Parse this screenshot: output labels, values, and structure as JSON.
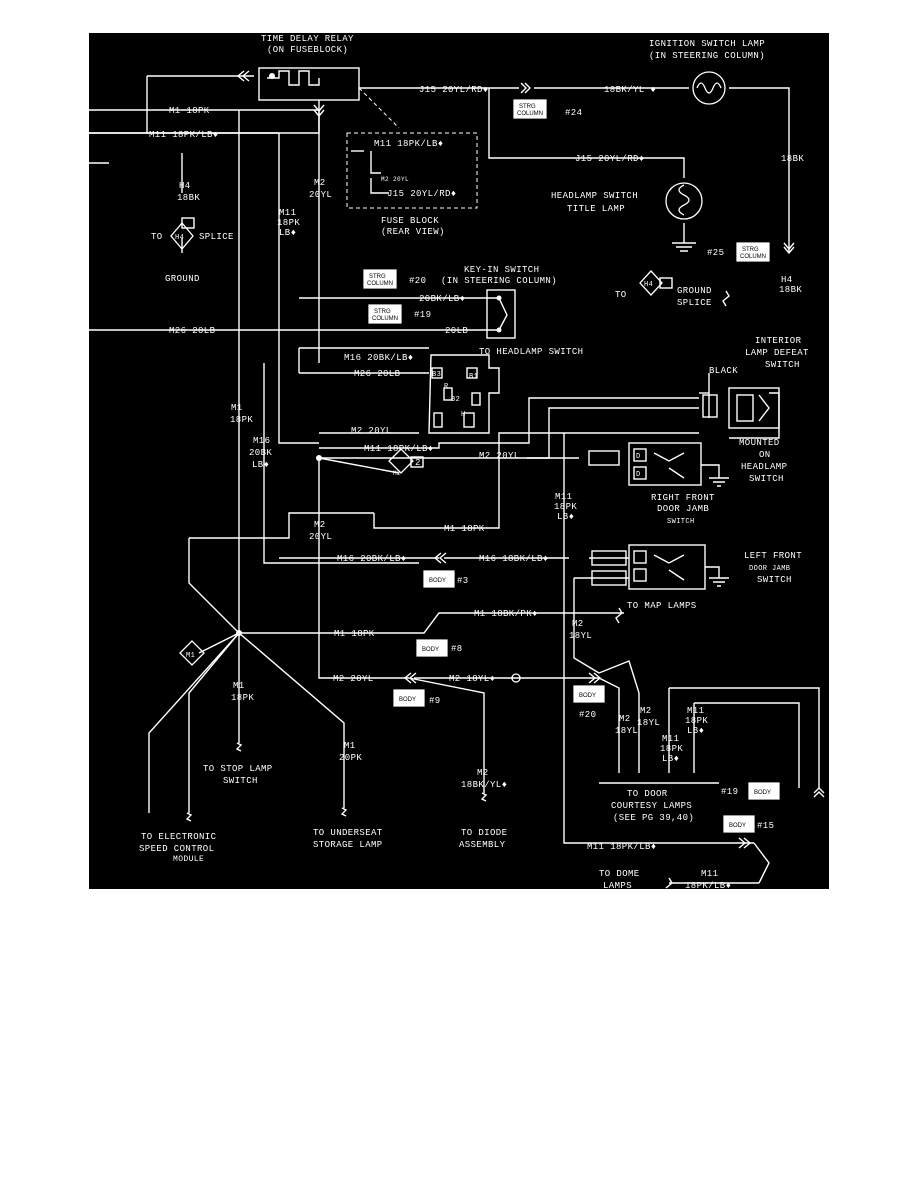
{
  "title": {
    "relay_line1": "TIME DELAY RELAY",
    "relay_line2": "(ON FUSEBLOCK)",
    "ign_line1": "IGNITION SWITCH LAMP",
    "ign_line2": "(IN STEERING COLUMN)",
    "fuse_line1": "FUSE BLOCK",
    "fuse_line2": "(REAR VIEW)",
    "keyin_line1": "KEY-IN SWITCH",
    "keyin_line2": "(IN STEERING COLUMN)",
    "headlamp_title_line1": "HEADLAMP SWITCH",
    "headlamp_title_line2": "TITLE LAMP",
    "to_headlamp_switch": "TO HEADLAMP SWITCH",
    "interior_line1": "INTERIOR",
    "interior_line2": "LAMP DEFEAT",
    "interior_line3": "SWITCH",
    "mounted_line1": "MOUNTED",
    "mounted_line2": "ON",
    "mounted_line3": "HEADLAMP",
    "mounted_line4": "SWITCH",
    "rf_line1": "RIGHT FRONT",
    "rf_line2": "DOOR JAMB",
    "rf_line3": "SWITCH",
    "lf_line1": "LEFT FRONT",
    "lf_line2": "DOOR JAMB",
    "lf_line3": "SWITCH",
    "black": "BLACK"
  },
  "wires": {
    "m1_18pk": "M1 18PK",
    "m11_18pk_lb": "M11 18PK/LB♦",
    "j15_20yl_rd": "J15 20YL/RD♦",
    "b18bk_yl": "18BK/YL ♦",
    "m11_18pk_lb_fuse": "M11 18PK/LB♦",
    "m2_20yl_fuse": "M2 20YL",
    "j15_fuse": "J15 20YL/RD♦",
    "j15_title": "J15 20YL/RD♦",
    "b18bk": "18BK",
    "h4": "H4",
    "h4_18bk": "18BK",
    "m2": "M2",
    "yl20": "20YL",
    "m11_vert1": "M11",
    "m11_vert2": "18PK",
    "m11_vert3": "LB♦",
    "b20bk_lb": "20BK/LB♦",
    "b20lb": "20LB",
    "m26_20lb": "M26 20LB",
    "m16_20bk_lb": "M16 20BK/LB♦",
    "m26_20lb_2": "M26 20LB",
    "m2_20yl": "M2 20YL",
    "m11_18pk_lb_mid": "M11 18PK/LB♦",
    "m2_20yl_right": "M2 20YL",
    "m1_vert": "M1",
    "m1_vert2": "18PK",
    "m16_vert1": "M16",
    "m16_vert2": "20BK",
    "m16_vert3": "LB♦",
    "m1_18pk_mid": "M1 18PK",
    "m2_mid1": "M2",
    "m2_mid2": "20YL",
    "m16_20bk_lb_2": "M16 20BK/LB♦",
    "m16_18bk_lb": "M16 18BK/LB♦",
    "m11_r1": "M11",
    "m11_r2": "18PK",
    "m11_r3": "LB♦",
    "m1_18bk_pk": "M1 18BK/PK♦",
    "m1_18pk_low": "M1 18PK",
    "m2_r1": "M2",
    "m2_r2": "18YL",
    "m2_20yl_low": "M2 20YL",
    "m2_18yl": "M2 18YL♦",
    "m1_low1": "M1",
    "m1_low2": "18PK",
    "m1_20pk1": "M1",
    "m1_20pk2": "20PK",
    "m2_18bk1": "M2",
    "m2_18bk2": "18BK/YL♦",
    "m2_a1": "M2",
    "m2_a2": "18YL",
    "m2_b1": "M2",
    "m2_b2": "18YL",
    "m11_a1": "M11",
    "m11_a2": "18PK",
    "m11_a3": "LB♦",
    "m11_b1": "M11",
    "m11_b2": "18PK",
    "m11_b3": "LB♦",
    "m11_bottom": "M11 18PK/LB♦",
    "m11_dome1": "M11",
    "m11_dome2": "18PK/LB♦"
  },
  "refs": {
    "to": "TO",
    "splice": "SPLICE",
    "ground": "GROUND",
    "ground_splice_1": "GROUND",
    "ground_splice_2": "SPLICE",
    "r24": "#24",
    "r25": "#25",
    "r20": "#20",
    "r19": "#19",
    "r3": "#3",
    "r8": "#8",
    "r9": "#9",
    "r20b": "#20",
    "r19b": "#19",
    "r15": "#15",
    "h4_conn": "H4",
    "m2_conn": "M2",
    "m1_conn": "M1",
    "two": "2",
    "strg": "STRG",
    "column": "COLUMN",
    "body": "BODY",
    "b3": "B3",
    "b1": "B1",
    "b2": "B2",
    "r": "R",
    "h": "H",
    "d": "D"
  },
  "destinations": {
    "map_lamps": "TO MAP LAMPS",
    "stop_lamp_1": "TO STOP LAMP",
    "stop_lamp_2": "SWITCH",
    "esc_1": "TO ELECTRONIC",
    "esc_2": "SPEED CONTROL",
    "esc_3": "MODULE",
    "underseat_1": "TO UNDERSEAT",
    "underseat_2": "STORAGE LAMP",
    "diode_1": "TO DIODE",
    "diode_2": "ASSEMBLY",
    "courtesy_1": "TO DOOR",
    "courtesy_2": "COURTESY LAMPS",
    "courtesy_3": "(SEE PG 39,40)",
    "dome_1": "TO DOME",
    "dome_2": "LAMPS"
  }
}
